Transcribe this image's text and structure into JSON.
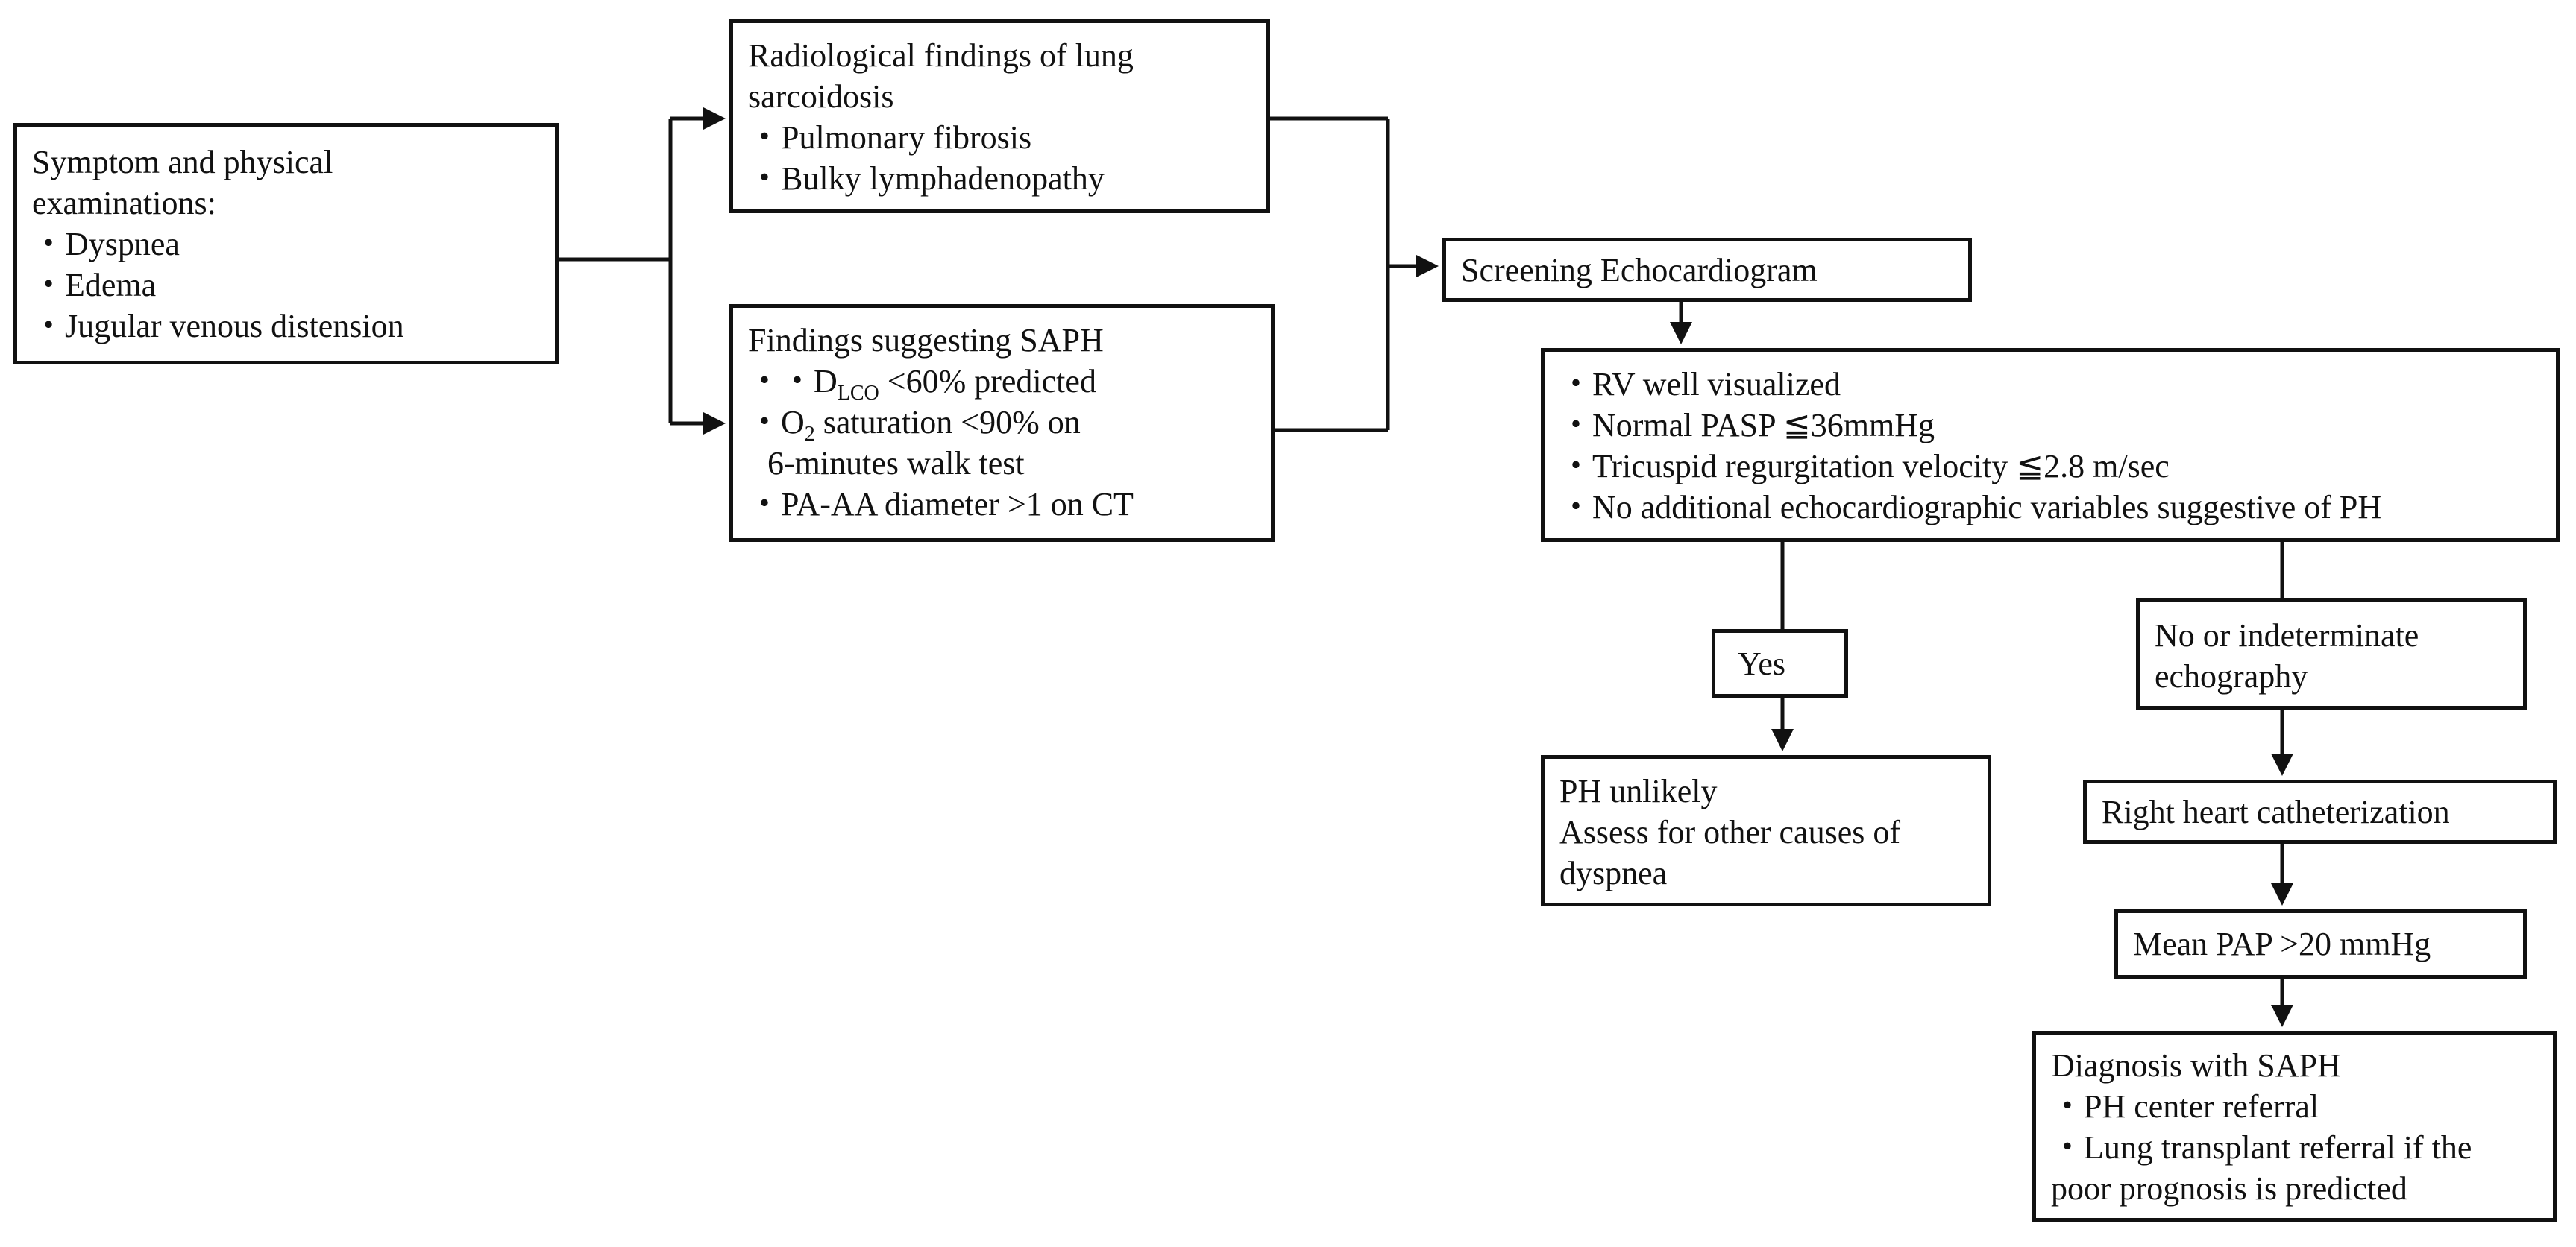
{
  "symptoms": {
    "title_lines": [
      "Symptom and physical",
      "examinations:"
    ],
    "items": [
      "・Dyspnea",
      "・Edema",
      "・Jugular venous distension"
    ]
  },
  "radiological": {
    "title_lines": [
      "Radiological findings of lung",
      "sarcoidosis"
    ],
    "items": [
      "・Pulmonary fibrosis",
      "・Bulky lymphadenopathy"
    ]
  },
  "saph_findings": {
    "title": "Findings suggesting SAPH",
    "dlco_prefix": "・・D",
    "dlco_sub": "LCO",
    "dlco_rest": " <60% predicted",
    "o2_prefix": "・O",
    "o2_sub": "2",
    "o2_rest": " saturation <90% on",
    "o2_cont": "6-minutes walk test",
    "pa_aa": "・PA-AA diameter >1 on CT"
  },
  "screening": {
    "label": "Screening Echocardiogram"
  },
  "criteria": {
    "items": [
      "・RV well visualized",
      "・Normal PASP ≦36mmHg",
      "・Tricuspid regurgitation velocity ≦2.8 m/sec",
      "・No additional echocardiographic variables suggestive of PH"
    ]
  },
  "yes": {
    "label": "Yes"
  },
  "ph_unlikely": {
    "lines": [
      "PH unlikely",
      "Assess for other causes of",
      "dyspnea"
    ]
  },
  "no_indeterminate": {
    "lines": [
      "No or indeterminate",
      "echography"
    ]
  },
  "rhc": {
    "label": "Right heart catheterization"
  },
  "mean_pap": {
    "label": "Mean PAP >20 mmHg"
  },
  "diagnosis": {
    "title": "Diagnosis with SAPH",
    "items": [
      "・PH center referral",
      "・Lung transplant referral if the",
      "poor prognosis is predicted"
    ]
  }
}
